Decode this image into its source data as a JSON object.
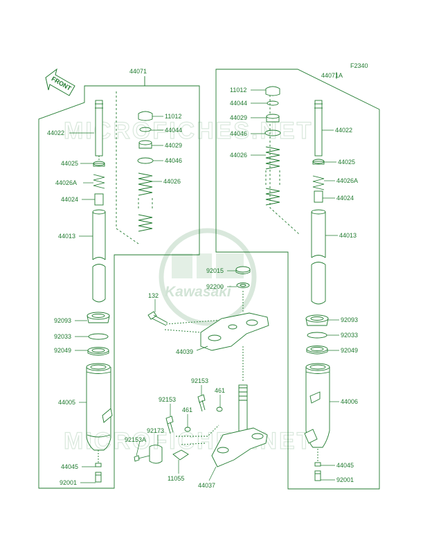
{
  "figure_code": "F2340",
  "front_label": "FRONT",
  "watermark": {
    "text": "MICROFICHES.NET",
    "brand": "Kawasaki"
  },
  "colors": {
    "line": "#1f7a2e",
    "label": "#1f7a2e",
    "watermark": "#d9e8dc"
  },
  "part_labels": {
    "left_assembly": "44071",
    "right_assembly": "44071A",
    "l_11012": "11012",
    "l_44044": "44044",
    "l_44029": "44029",
    "l_44046": "44046",
    "l_44026": "44026",
    "l_44022": "44022",
    "l_44025": "44025",
    "l_44026A": "44026A",
    "l_44024": "44024",
    "l_44013": "44013",
    "l_92093": "92093",
    "l_92033": "92033",
    "l_92049": "92049",
    "l_44005": "44005",
    "l_44045": "44045",
    "l_92001": "92001",
    "r_11012": "11012",
    "r_44044": "44044",
    "r_44029": "44029",
    "r_44046": "44046",
    "r_44026": "44026",
    "r_44022": "44022",
    "r_44025": "44025",
    "r_44026A": "44026A",
    "r_44024": "44024",
    "r_44013": "44013",
    "r_92093": "92093",
    "r_92033": "92033",
    "r_92049": "92049",
    "r_44006": "44006",
    "r_44045": "44045",
    "r_92001": "92001",
    "c_92015": "92015",
    "c_92200": "92200",
    "c_132": "132",
    "c_44039": "44039",
    "c_92153_a": "92153",
    "c_461_a": "461",
    "c_92153_b": "92153",
    "c_461_b": "461",
    "c_92173": "92173",
    "c_92153A": "92153A",
    "c_11055": "11055",
    "c_44037": "44037"
  }
}
